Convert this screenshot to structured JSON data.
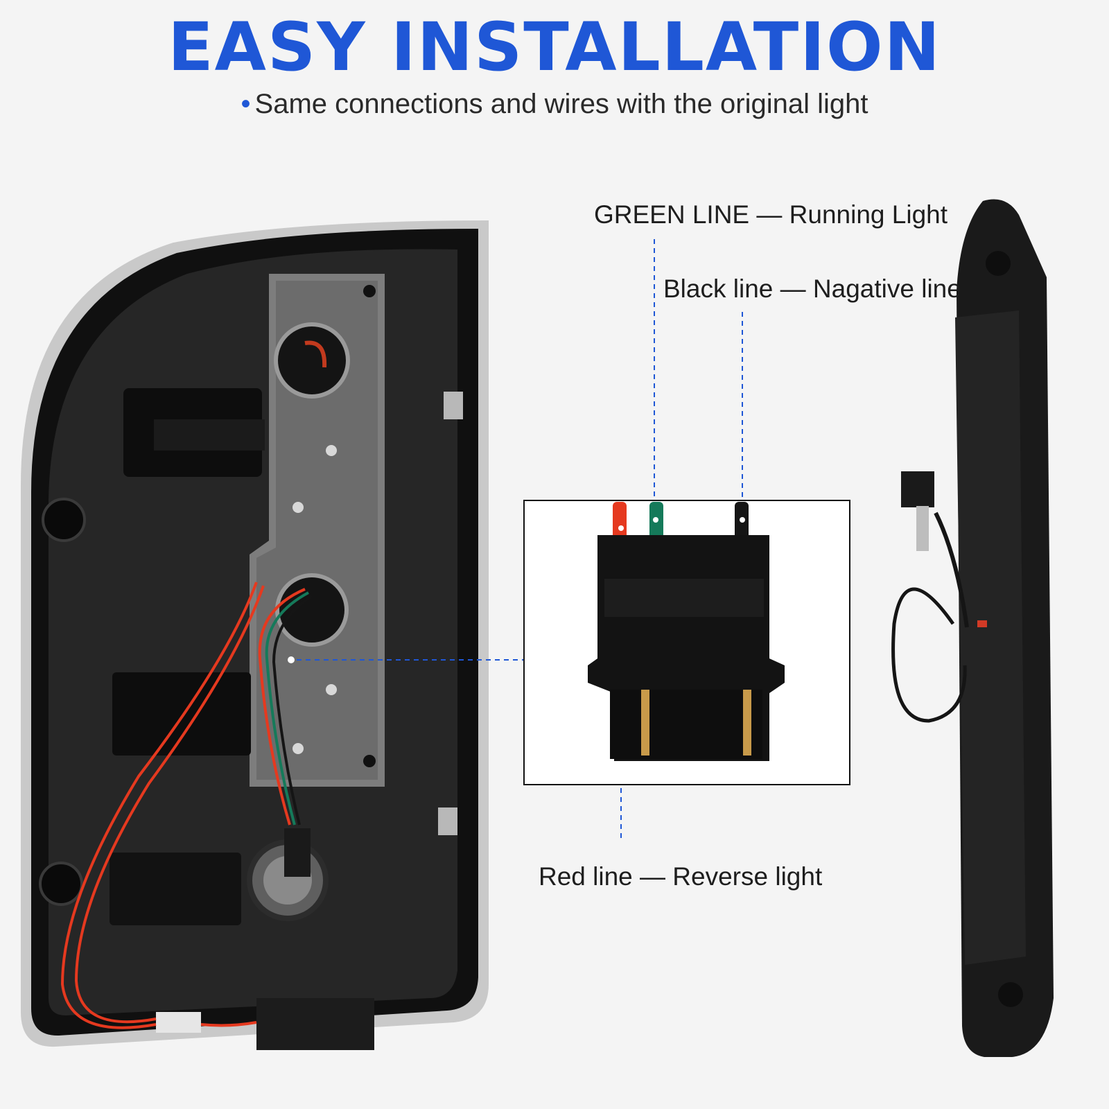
{
  "header": {
    "title": "EASY INSTALLATION",
    "bullet": "•",
    "subtitle": "Same connections and wires with the original light"
  },
  "callouts": {
    "green": "GREEN LINE — Running Light",
    "black": "Black line — Nagative line",
    "red": "Red line — Reverse light"
  },
  "colors": {
    "accent": "#1f57d6",
    "wire_red": "#e5391f",
    "wire_green": "#157a5a",
    "wire_black": "#151515",
    "housing": "#1a1a1a"
  }
}
